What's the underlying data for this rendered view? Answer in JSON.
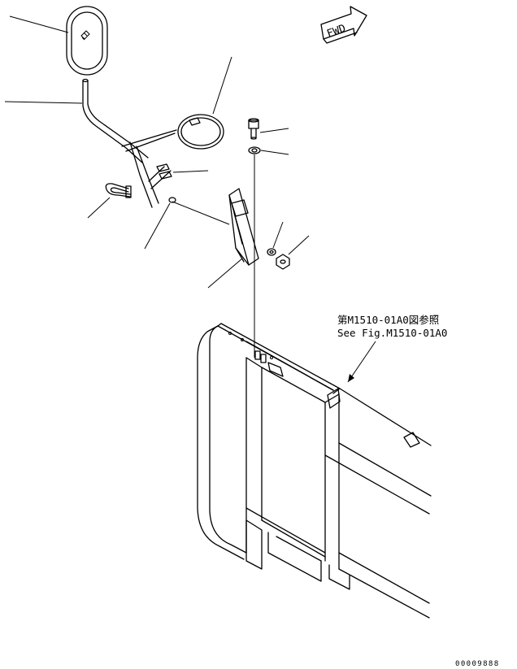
{
  "fwd_arrow": {
    "text": "FWD",
    "icon": "forward-direction-arrow-icon"
  },
  "reference_note": {
    "line_jp": "第M1510-01A0図参照",
    "line_en": "See Fig.M1510-01A0"
  },
  "page_id": "00009888",
  "parts": [
    {
      "name": "mirror-head",
      "icon": "mirror-icon"
    },
    {
      "name": "mirror-stay",
      "icon": "stay-rod-icon"
    },
    {
      "name": "hose-clamp",
      "icon": "clamp-icon"
    },
    {
      "name": "bolt",
      "icon": "bolt-icon"
    },
    {
      "name": "washer",
      "icon": "washer-icon"
    },
    {
      "name": "u-bolt",
      "icon": "u-bolt-icon"
    },
    {
      "name": "bracket",
      "icon": "bracket-icon"
    },
    {
      "name": "spring-washer",
      "icon": "washer-icon"
    },
    {
      "name": "nut",
      "icon": "nut-icon"
    },
    {
      "name": "frame",
      "icon": "frame-icon"
    }
  ]
}
